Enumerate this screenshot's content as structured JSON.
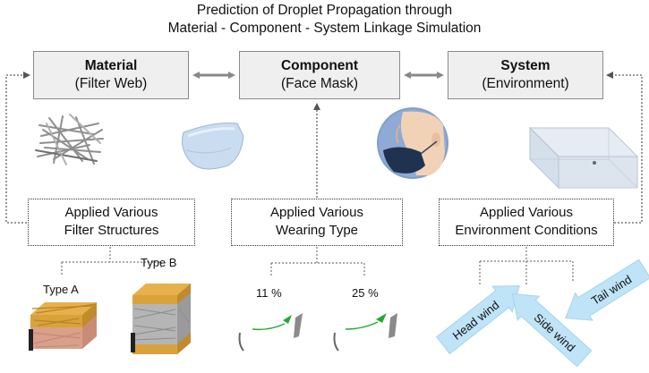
{
  "title": {
    "line1": "Prediction of Droplet Propagation through",
    "line2": "Material - Component - System Linkage Simulation"
  },
  "stages": [
    {
      "name": "Material",
      "sub": "(Filter Web)"
    },
    {
      "name": "Component",
      "sub": "(Face Mask)"
    },
    {
      "name": "System",
      "sub": "(Environment)"
    }
  ],
  "conditions": [
    {
      "line1": "Applied Various",
      "line2": "Filter Structures"
    },
    {
      "line1": "Applied Various",
      "line2": "Wearing Type"
    },
    {
      "line1": "Applied Various",
      "line2": "Environment Conditions"
    }
  ],
  "filter_types": {
    "a": "Type A",
    "b": "Type B"
  },
  "wearing_types": {
    "a": "11 %",
    "b": "25 %"
  },
  "winds": {
    "head": "Head wind",
    "side": "Side wind",
    "tail": "Tail wind"
  },
  "colors": {
    "box_fill": "#efefef",
    "arrow": "#888888",
    "fiber_orange": "#d9a23a",
    "fiber_pink": "#d9a08a",
    "fiber_grey": "#a6a6a6",
    "mask_blue": "#c9dcf0",
    "wind_blue": "#bfe3f7",
    "leak_green": "#22aa33"
  }
}
